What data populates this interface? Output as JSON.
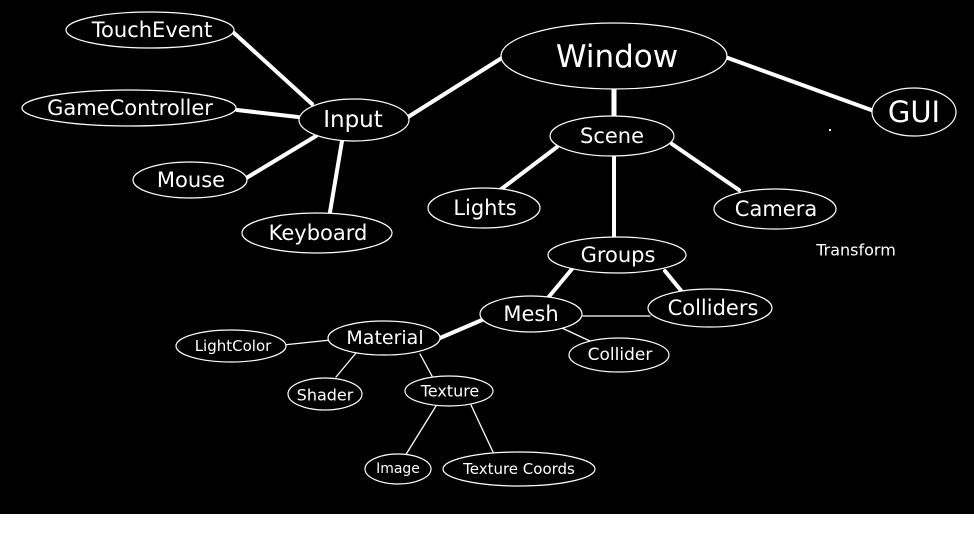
{
  "nodes": {
    "window": "Window",
    "input": "Input",
    "touch_event": "TouchEvent",
    "game_controller": "GameController",
    "mouse": "Mouse",
    "keyboard": "Keyboard",
    "gui": "GUI",
    "scene": "Scene",
    "lights": "Lights",
    "camera": "Camera",
    "groups": "Groups",
    "mesh": "Mesh",
    "colliders": "Colliders",
    "collider": "Collider",
    "material": "Material",
    "light_color": "LightColor",
    "shader": "Shader",
    "texture": "Texture",
    "image": "Image",
    "texture_coords": "Texture Coords"
  },
  "labels": {
    "transform": "Transform"
  },
  "colors": {
    "background": "#000000",
    "foreground": "#ffffff",
    "page": "#ffffff"
  }
}
